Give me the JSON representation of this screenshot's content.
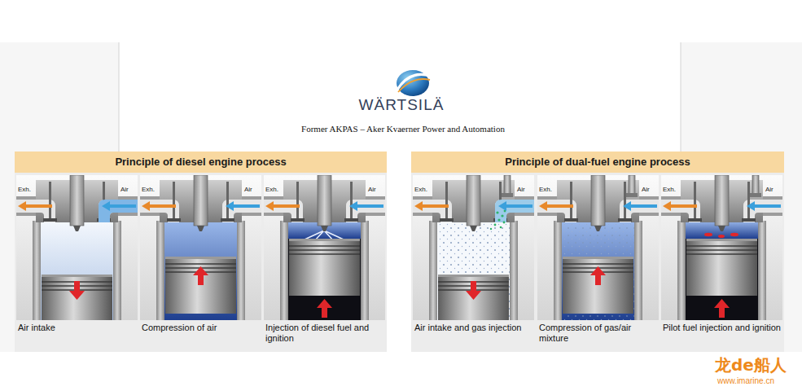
{
  "diagram": {
    "nodes": [
      {
        "text": [
          "Principle of diesel engine process"
        ]
      },
      {
        "text": [
          "Air intake"
        ],
        "in": 0
      },
      {
        "text": [
          "Compression of air"
        ],
        "in": 0
      },
      {
        "text": [
          "Injection of diesel fuel and ignition"
        ],
        "in": 0
      },
      {
        "text": [
          "Principle of dual-fuel engine process"
        ]
      },
      {
        "text": [
          "Air intake and gas injection"
        ],
        "in": 4
      },
      {
        "text": [
          "Compression of gas/air mixture"
        ],
        "in": 4
      },
      {
        "text": [
          "Pilot fuel injection and ignition"
        ],
        "in": 4
      }
    ],
    "labels": [
      "WÄRTSILÄ",
      "Former AKPAS – Aker Kvaerner Power and Automation",
      "Exh.",
      "Air",
      "Exh.",
      "Air",
      "Exh.",
      "Air",
      "Exh.",
      "Air",
      "Exh.",
      "Air",
      "Exh.",
      "Air",
      "龙de船人",
      "www.imarine.cn"
    ]
  }
}
